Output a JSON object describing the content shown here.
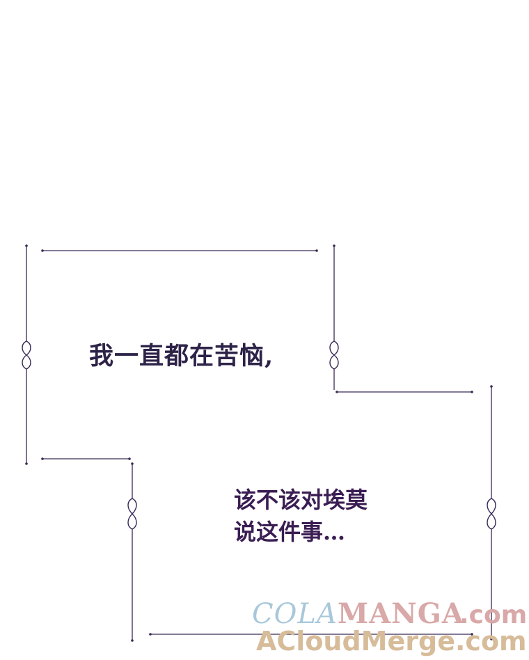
{
  "captions": {
    "box1": "我一直都在苦恼,",
    "box2_line1": "该不该对埃莫",
    "box2_line2": "说这件事…"
  },
  "watermark": {
    "part1": "COLA",
    "part2": "MANGA",
    "domain": ".com",
    "line2": "ACloudMerge.com"
  },
  "colors": {
    "frame_line": "#3b2a55",
    "text": "#2d2247",
    "watermark_blue": "#a8c8da",
    "watermark_pink": "#d9a8a8",
    "watermark_tan": "#d7bc9a"
  }
}
